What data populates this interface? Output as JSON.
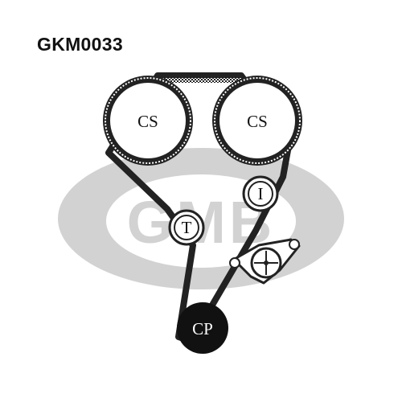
{
  "part_number": "GKM0033",
  "watermark": {
    "text": "GMB"
  },
  "pulleys": {
    "cam_left": "CS",
    "cam_right": "CS",
    "tensioner": "T",
    "idler": "I",
    "crank": "CP"
  },
  "colors": {
    "belt": "#222222",
    "watermark": "#d2d2d2",
    "watermark_text": "#ffffff",
    "crank_fill": "#111111",
    "label_light": "#ffffff"
  }
}
